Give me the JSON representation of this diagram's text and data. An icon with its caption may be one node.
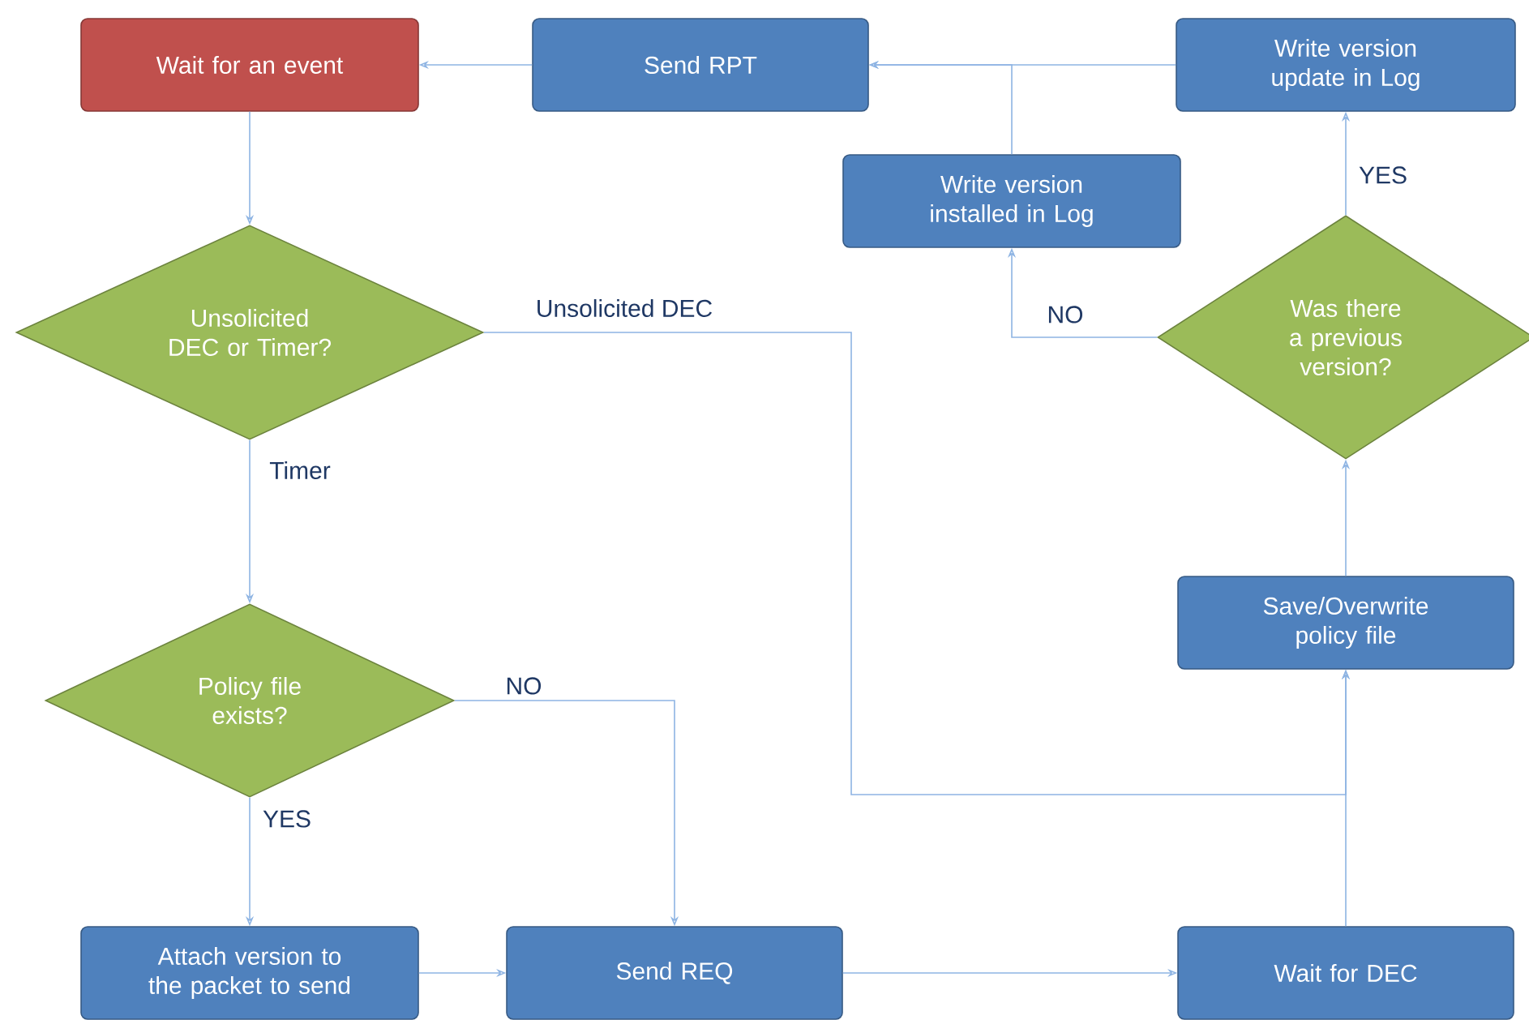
{
  "diagram": {
    "nodes": [
      {
        "text": [
          "Wait for an event"
        ]
      },
      {
        "text": [
          "Send RPT"
        ]
      },
      {
        "text": [
          "Write version update in Log"
        ]
      },
      {
        "text": [
          "Write version installed in Log"
        ]
      },
      {
        "text": [
          "Unsolicited DEC or Timer?"
        ]
      },
      {
        "text": [
          "Was there a previous version?"
        ]
      },
      {
        "text": [
          "Policy file exists?"
        ]
      },
      {
        "text": [
          "Save/Overwrite policy file"
        ]
      },
      {
        "text": [
          "Attach version to the packet to send"
        ]
      },
      {
        "text": [
          "Send REQ"
        ]
      },
      {
        "text": [
          "Wait for DEC"
        ]
      }
    ],
    "edges": [
      {
        "from": 1,
        "to": 0,
        "arrow": "to"
      },
      {
        "from": 2,
        "to": 1,
        "arrow": "to"
      },
      {
        "from": 3,
        "to": 1,
        "arrow": "to"
      },
      {
        "from": 0,
        "to": 4,
        "arrow": "to"
      },
      {
        "from": 4,
        "to": 6,
        "arrow": "to",
        "label": "Timer"
      },
      {
        "from": 4,
        "to": 7,
        "arrow": "to",
        "label": "Unsolicited DEC"
      },
      {
        "from": 6,
        "to": 8,
        "arrow": "to",
        "label": "YES"
      },
      {
        "from": 6,
        "to": 9,
        "arrow": "to",
        "label": "NO"
      },
      {
        "from": 8,
        "to": 9,
        "arrow": "to"
      },
      {
        "from": 9,
        "to": 10,
        "arrow": "to"
      },
      {
        "from": 10,
        "to": 7,
        "arrow": "to"
      },
      {
        "from": 7,
        "to": 5,
        "arrow": "to"
      },
      {
        "from": 5,
        "to": 2,
        "arrow": "to",
        "label": "YES"
      },
      {
        "from": 5,
        "to": 3,
        "arrow": "to",
        "label": "NO"
      }
    ]
  }
}
